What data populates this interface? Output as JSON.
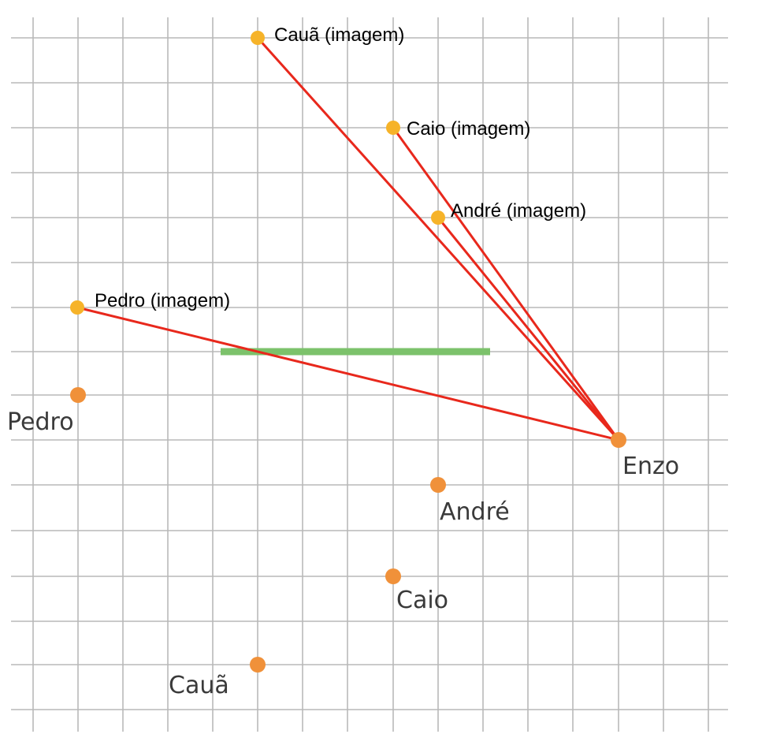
{
  "colors": {
    "grid": "#b9b9b9",
    "image_point": "#f6b329",
    "real_point": "#f0913a",
    "ray": "#e8281c",
    "mirror": "#7cc26b"
  },
  "points": {
    "enzo": {
      "label": "Enzo"
    },
    "pedro": {
      "label": "Pedro"
    },
    "andre": {
      "label": "André"
    },
    "caio": {
      "label": "Caio"
    },
    "caua": {
      "label": "Cauã"
    }
  },
  "images": {
    "caua": {
      "label": "Cauã (imagem)"
    },
    "caio": {
      "label": "Caio (imagem)"
    },
    "andre": {
      "label": "André (imagem)"
    },
    "pedro": {
      "label": "Pedro (imagem)"
    }
  }
}
